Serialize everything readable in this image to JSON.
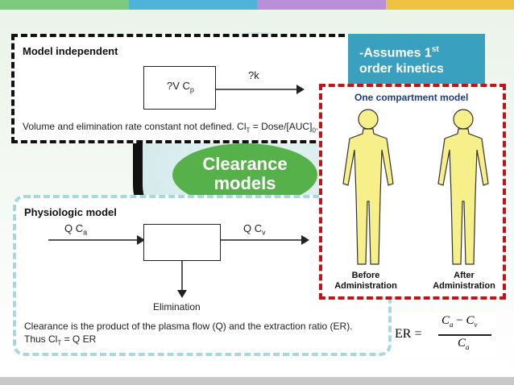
{
  "colors": {
    "top_bar": [
      "#7fc97f",
      "#4fb3d9",
      "#b98fd9",
      "#f0c040"
    ],
    "kinetics_bg": "#3aa0c0",
    "clearance_bg": "#57b14a",
    "compartment_border": "#c0141b",
    "body_fill": "#f7f08a"
  },
  "model_independent": {
    "title": "Model independent",
    "box_label": "?V C",
    "box_sub": "p",
    "arrow_label": "?k",
    "caption": "Volume and elimination rate constant not defined. Cl",
    "caption_sub": "T",
    "caption_rest": " = Dose/[AUC]",
    "caption_sub2": "0",
    "caption_end": "."
  },
  "kinetics": {
    "line1": "-Assumes 1",
    "sup": "st",
    "line2": "order kinetics"
  },
  "clearance_label": "Clearance models",
  "physiologic_model": {
    "title": "Physiologic model",
    "in_label": "Q C",
    "in_sub": "a",
    "out_label": "Q C",
    "out_sub": "v",
    "elimination": "Elimination",
    "caption1": "Clearance is the product of the plasma flow (Q) and the extraction ratio (ER).",
    "caption2_a": "Thus Cl",
    "caption2_sub": "T",
    "caption2_b": " = Q ER"
  },
  "compartment": {
    "title": "One compartment model",
    "before_line1": "Before",
    "before_line2": "Administration",
    "after_line1": "After",
    "after_line2": "Administration"
  },
  "er_formula": {
    "lhs": "ER =",
    "num_a": "C",
    "num_a_sub": "a",
    "num_op": " − ",
    "num_b": "C",
    "num_b_sub": "v",
    "den": "C",
    "den_sub": "a"
  }
}
